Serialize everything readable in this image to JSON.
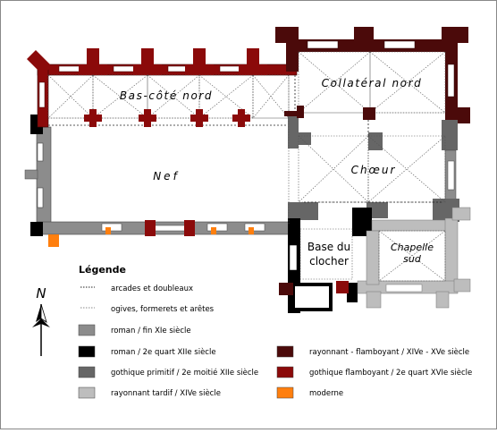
{
  "rooms": {
    "bas_cote_nord": "Bas-côté nord",
    "collateral_nord": "Collatéral nord",
    "nef": "Nef",
    "choeur": "Chœur",
    "base_du_clocher": [
      "Base du",
      "clocher"
    ],
    "chapelle_sud": [
      "Chapelle",
      "sud"
    ]
  },
  "legend": {
    "title": "Légende",
    "north": "N",
    "line_items": [
      {
        "label": "arcades et doubleaux",
        "style": "dotted-dark"
      },
      {
        "label": "ogives, formerets et arêtes",
        "style": "dotted-light"
      }
    ],
    "color_items": [
      {
        "label": "roman / fin XIe siècle",
        "color": "#8c8c8c"
      },
      {
        "label": "roman / 2e quart XIIe siècle",
        "color": "#000000"
      },
      {
        "label": "gothique primitif / 2e moitié XIIe siècle",
        "color": "#666666"
      },
      {
        "label": "rayonnant tardif / XIVe siècle",
        "color": "#bdbdbd"
      },
      {
        "label": "rayonnant - flamboyant / XIVe - XVe siècle",
        "color": "#4b0a0a"
      },
      {
        "label": "gothique flamboyant / 2e quart XVIe siècle",
        "color": "#8b0a0a"
      },
      {
        "label": "moderne",
        "color": "#ff7f0e"
      }
    ]
  }
}
